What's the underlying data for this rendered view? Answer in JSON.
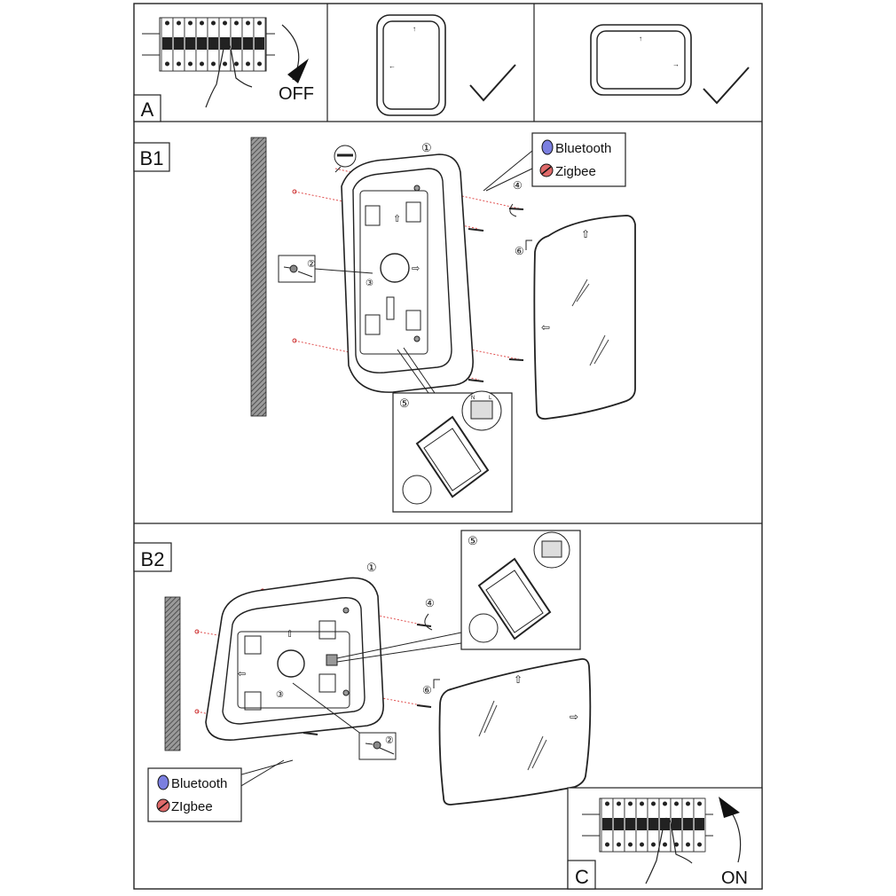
{
  "panels": {
    "a": {
      "label": "A",
      "switch_text": "OFF"
    },
    "b1": {
      "label": "B1"
    },
    "b2": {
      "label": "B2"
    },
    "c": {
      "label": "C",
      "switch_text": "ON"
    }
  },
  "legend": {
    "bluetooth": "Bluetooth",
    "zigbee_b1": "Zigbee",
    "zigbee_b2": "ZIgbee"
  },
  "callouts": [
    "①",
    "②",
    "③",
    "④",
    "⑤",
    "⑥"
  ],
  "terminal_labels": {
    "n": "N",
    "l": "L"
  },
  "colors": {
    "bluetooth": "#7b7fe0",
    "zigbee": "#e06a6a",
    "guide_line": "#e05050",
    "ink": "#111111"
  }
}
